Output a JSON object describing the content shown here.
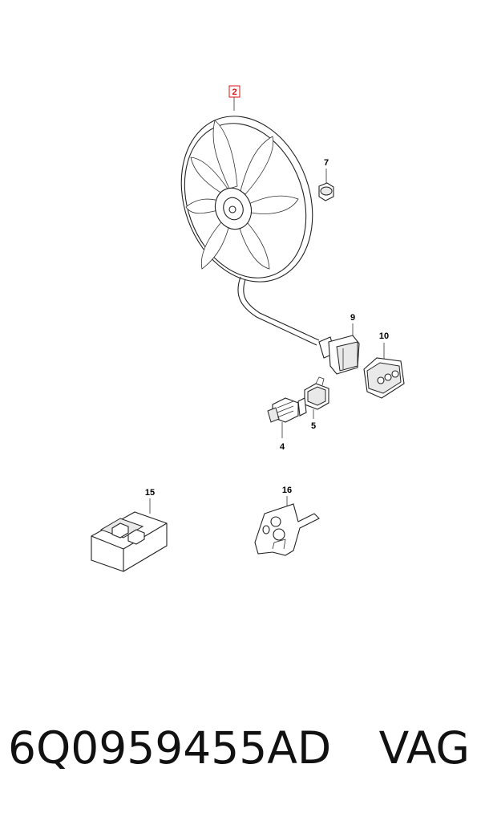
{
  "callouts": {
    "fan": "2",
    "nut": "7",
    "connector_plug": "9",
    "connector_housing": "10",
    "temp_sensor": "4",
    "sensor_connector": "5",
    "control_unit": "15",
    "bracket": "16"
  },
  "highlighted_callout": "2",
  "colors": {
    "highlight": "#d11111",
    "line": "#222222"
  },
  "footer": {
    "part_number": "6Q0959455AD",
    "brand": "VAG"
  }
}
